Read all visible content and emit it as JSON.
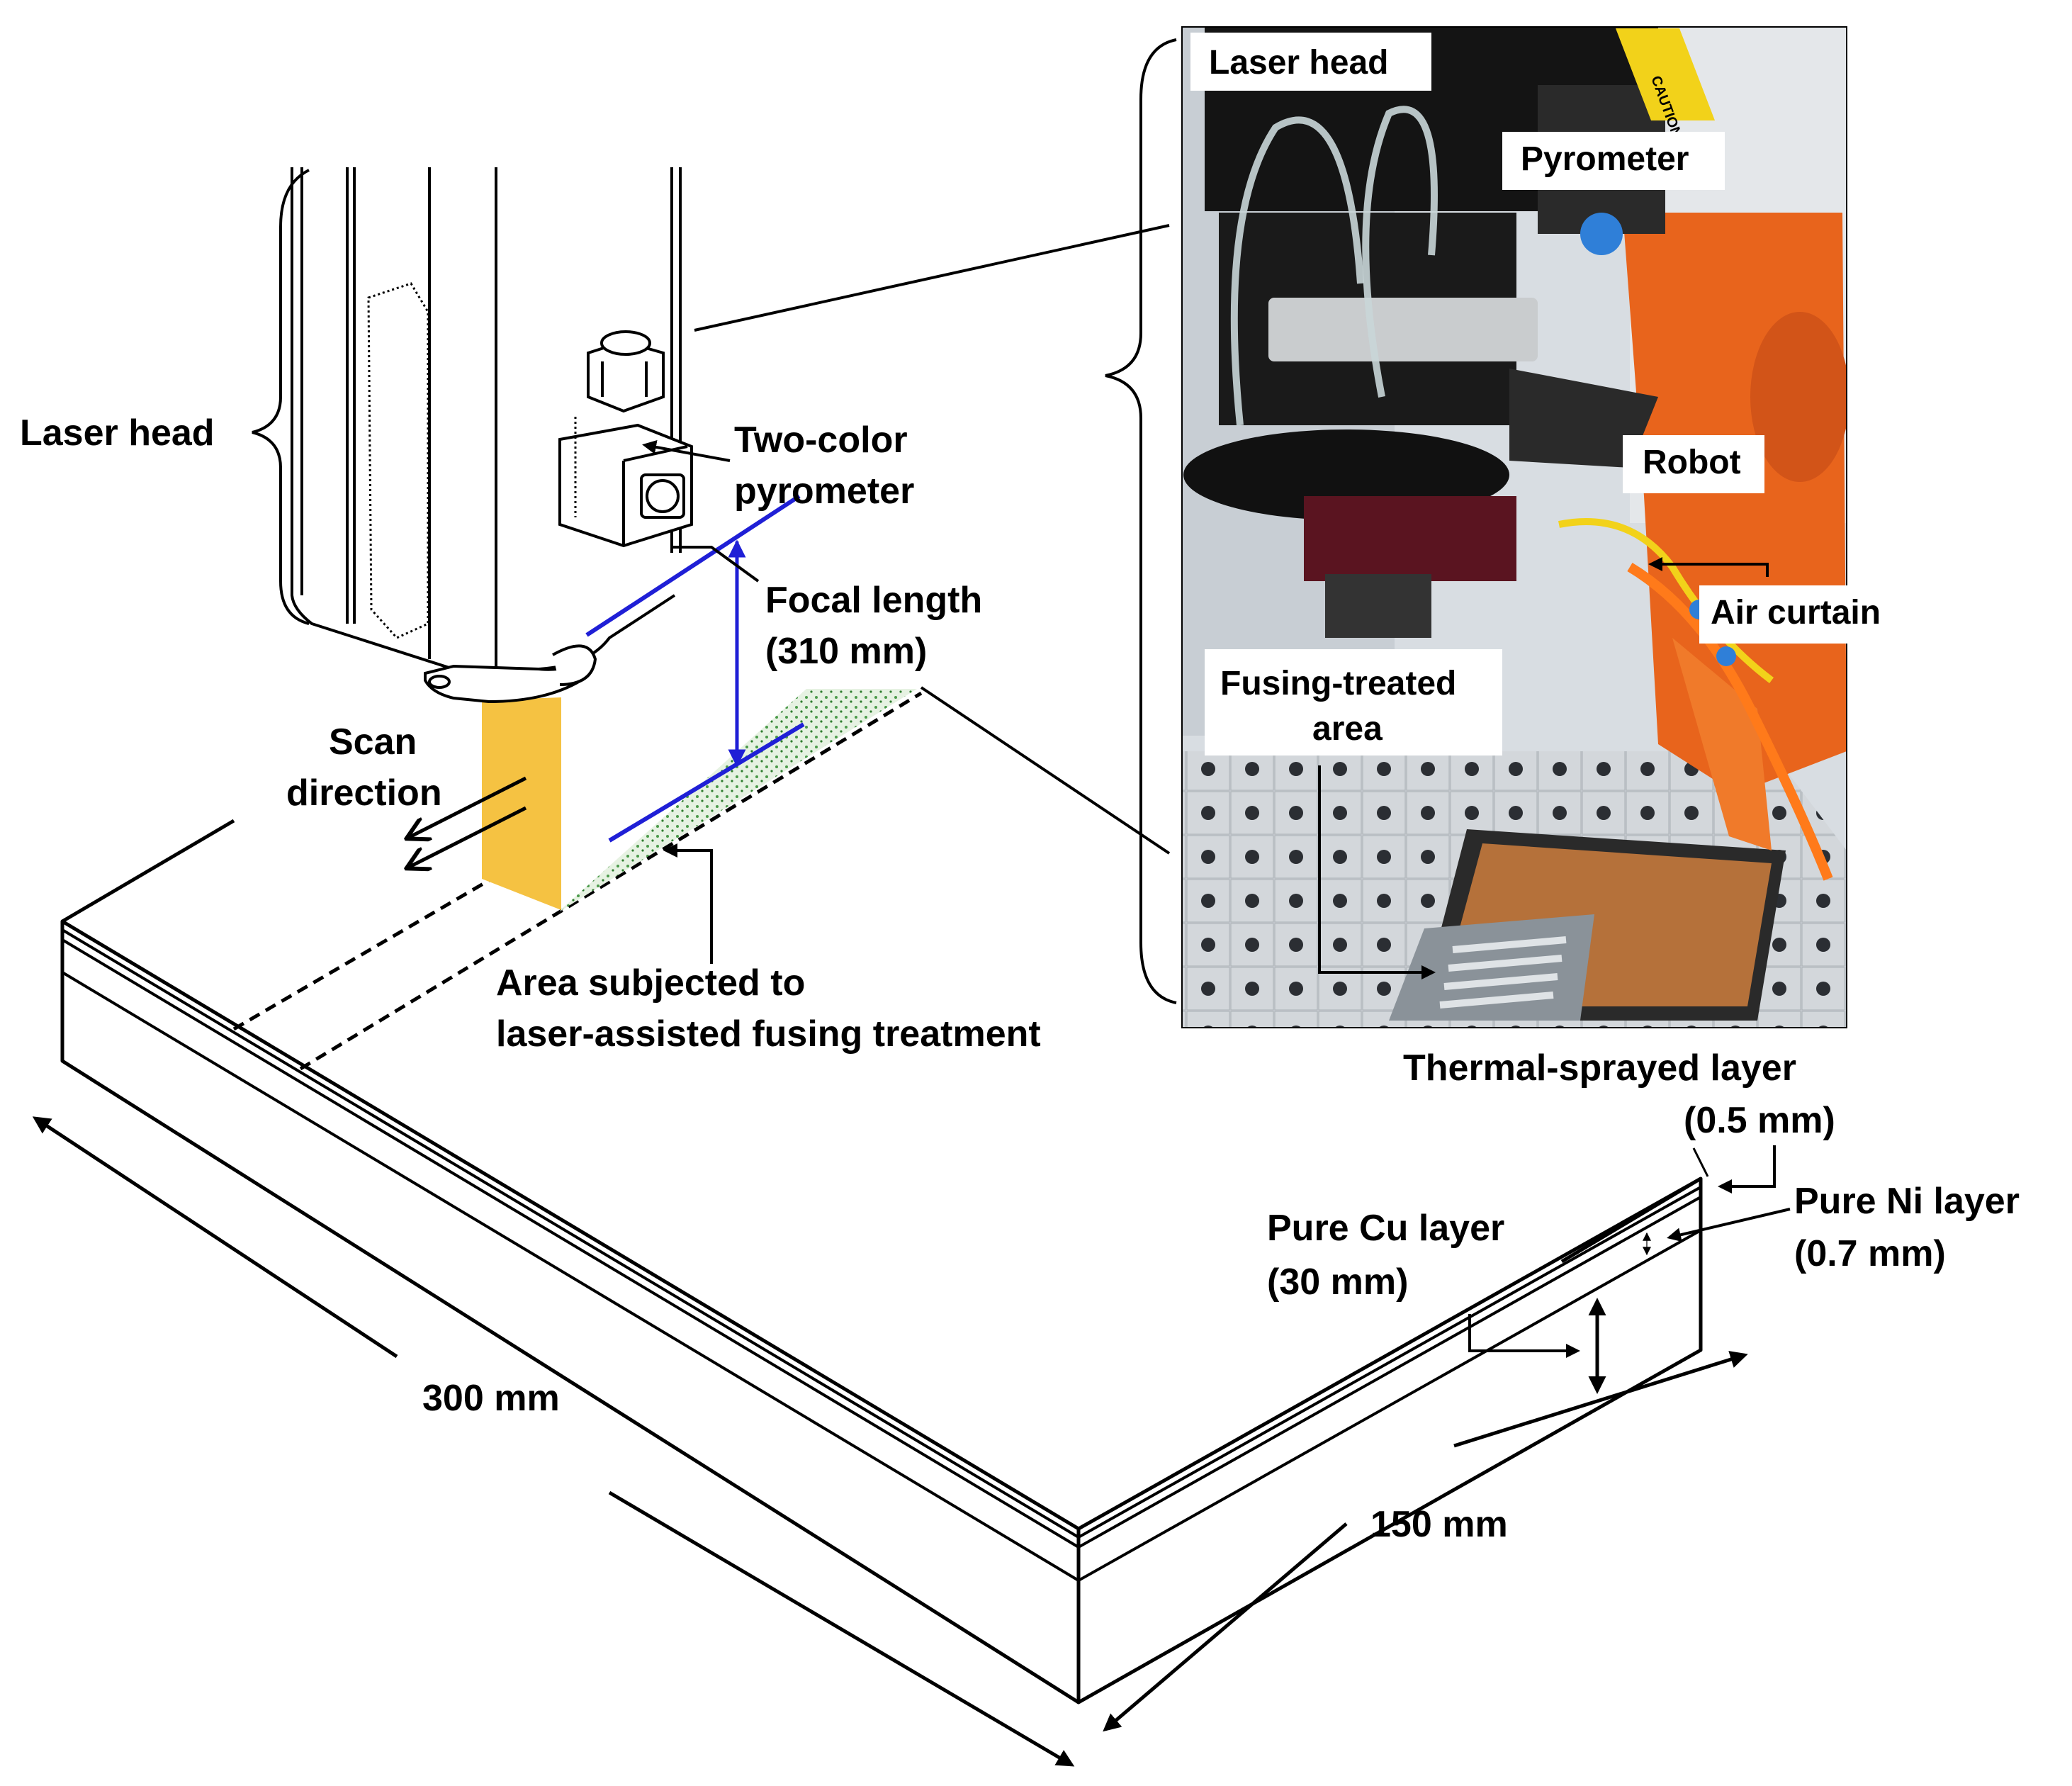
{
  "labels": {
    "laser_head_left": "Laser head",
    "two_color_pyrometer": [
      "Two-color",
      "pyrometer"
    ],
    "focal_length": [
      "Focal length",
      "(310 mm)"
    ],
    "scan_direction": [
      "Scan",
      "direction"
    ],
    "area_subjected": [
      "Area subjected to",
      "laser-assisted fusing treatment"
    ],
    "dim_300": "300 mm",
    "dim_150": "150 mm",
    "thermal_sprayed": [
      "Thermal-sprayed layer",
      "(0.5 mm)"
    ],
    "pure_ni": [
      "Pure Ni layer",
      "(0.7 mm)"
    ],
    "pure_cu": [
      "Pure Cu layer",
      "(30 mm)"
    ]
  },
  "photo_labels": {
    "laser_head": "Laser head",
    "pyrometer": "Pyrometer",
    "robot": "Robot",
    "air_curtain": "Air curtain",
    "fusing_treated": [
      "Fusing-treated",
      "area"
    ]
  },
  "photo_sticker": "CAUTION!",
  "colors": {
    "beam_blue": "#1f1fd6",
    "laser_yellow": "#f5c242",
    "treated_green": "#cfe8c8",
    "robot_orange": "#e8641c",
    "photo_bg": "#d8dde2",
    "table_gray": "#bfc4c9"
  }
}
